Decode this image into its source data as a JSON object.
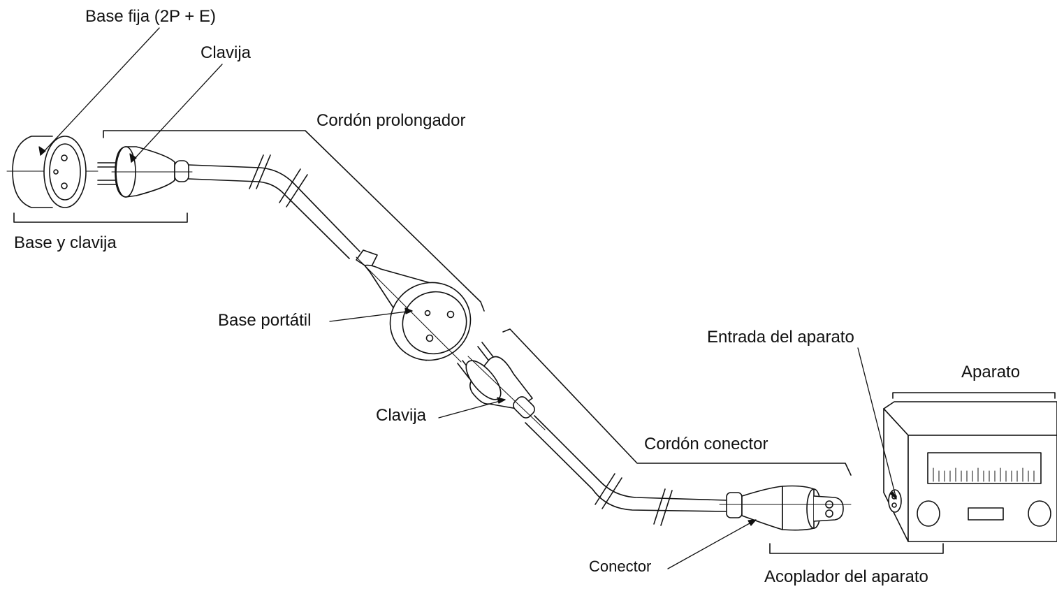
{
  "labels": {
    "base_fija": "Base fija (2P + E)",
    "clavija_top": "Clavija",
    "cordon_prolongador": "Cordón prolongador",
    "base_y_clavija": "Base y clavija",
    "base_portatil": "Base portátil",
    "clavija_mid": "Clavija",
    "cordon_conector": "Cordón conector",
    "entrada_del_aparato": "Entrada del aparato",
    "aparato": "Aparato",
    "conector": "Conector",
    "acoplador_del_aparato": "Acoplador del aparato"
  },
  "colors": {
    "line": "#111111",
    "background": "#ffffff"
  }
}
